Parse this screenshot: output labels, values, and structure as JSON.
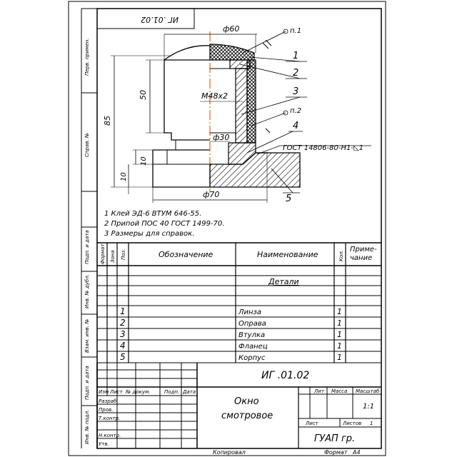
{
  "stamp_top": "ИГ .01.02",
  "dims": {
    "d60": "ф60",
    "d30": "ф30",
    "d70": "ф70",
    "h50": "50",
    "h85": "85",
    "h10a": "10",
    "h10b": "10",
    "thread": "М48х2"
  },
  "callouts": {
    "p1": "п.1",
    "p2": "п.2",
    "n1": "1",
    "n2": "2",
    "n3": "3",
    "n4": "4",
    "n5": "5",
    "weld": "ГОСТ 14806-80-Н1-◺1"
  },
  "notes": [
    "1 Клей ЭД-6 ВТУМ 646-55.",
    "2 Припой ПОС 40 ГОСТ 1499-70.",
    "3 Размеры для справок."
  ],
  "side_labels": [
    "Перв. примен.",
    "Справ. №",
    "Подп. и дата",
    "Инв. № дубл.",
    "Взам. инв. №",
    "Подп. и дата",
    "Инв. № подл."
  ],
  "spec": {
    "headers": {
      "format": "Формат",
      "zone": "Зона",
      "pos": "Поз.",
      "designation": "Обозначение",
      "name": "Наименование",
      "qty": "Кол.",
      "note": "Приме-\nчание"
    },
    "section": "Детали",
    "rows": [
      {
        "pos": "1",
        "name": "Линза",
        "qty": "1"
      },
      {
        "pos": "2",
        "name": "Оправа",
        "qty": "1"
      },
      {
        "pos": "3",
        "name": "Втулка",
        "qty": "1"
      },
      {
        "pos": "4",
        "name": "Фланец",
        "qty": "1"
      },
      {
        "pos": "5",
        "name": "Корпус",
        "qty": "1"
      }
    ]
  },
  "title_block": {
    "code": "ИГ .01.02",
    "title1": "Окно",
    "title2": "смотровое",
    "lit": "Лит",
    "mass": "Масса",
    "scale": "Масштаб",
    "scale_value": "1:1",
    "sheet": "Лист",
    "sheets": "Листов",
    "sheets_value": "1",
    "org": "ГУАП гр.",
    "cols": [
      "Изм",
      "Лист",
      "№ докум.",
      "Подп.",
      "Дата"
    ],
    "roles": [
      "Разраб.",
      "Пров.",
      "Т.контр.",
      "",
      "Н.контр.",
      "Утв."
    ]
  },
  "footer": {
    "copied": "Копировал",
    "format": "Формат",
    "format_value": "А4"
  }
}
